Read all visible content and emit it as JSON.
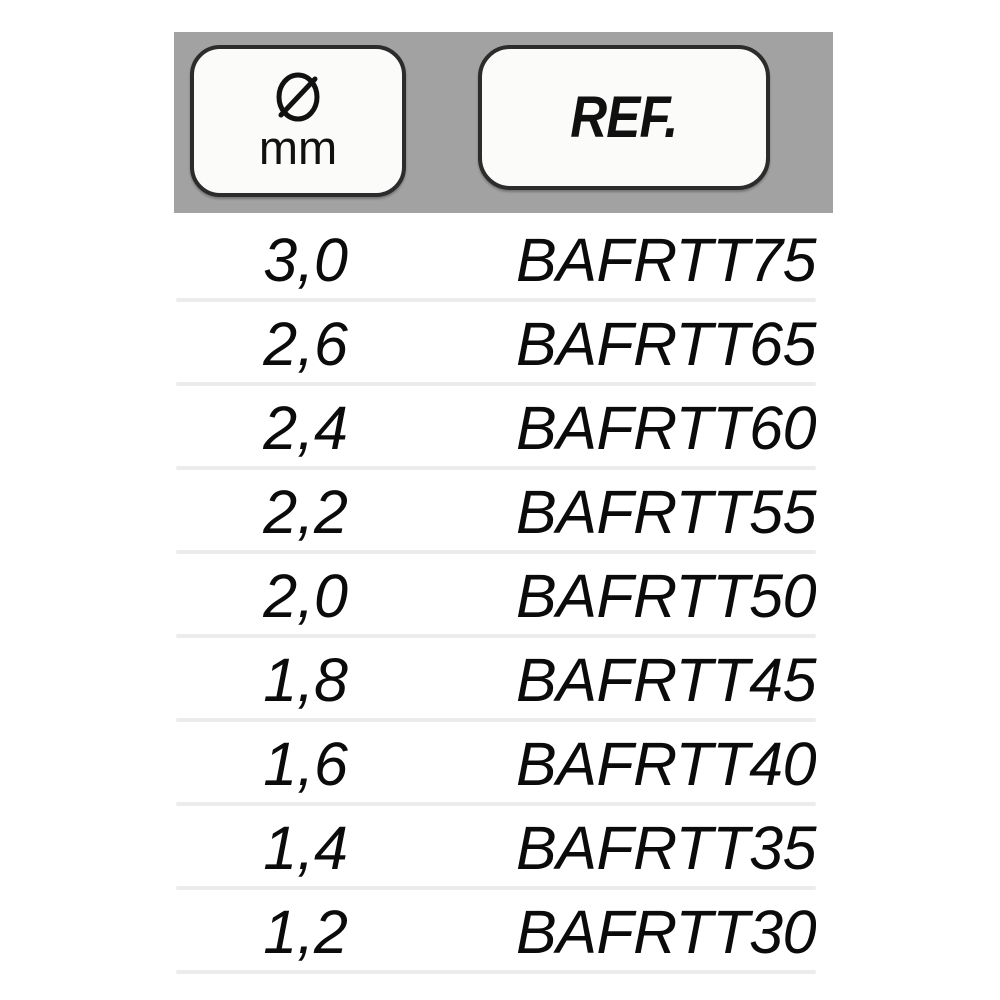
{
  "table": {
    "header": {
      "diameter": {
        "icon": "diameter-symbol",
        "symbol_text": "Ø",
        "unit": "mm"
      },
      "reference": {
        "label": "REF."
      }
    },
    "columns": [
      "Ø mm",
      "REF."
    ],
    "rows": [
      {
        "diameter": "3,0",
        "ref": "BAFRTT75"
      },
      {
        "diameter": "2,6",
        "ref": "BAFRTT65"
      },
      {
        "diameter": "2,4",
        "ref": "BAFRTT60"
      },
      {
        "diameter": "2,2",
        "ref": "BAFRTT55"
      },
      {
        "diameter": "2,0",
        "ref": "BAFRTT50"
      },
      {
        "diameter": "1,8",
        "ref": "BAFRTT45"
      },
      {
        "diameter": "1,6",
        "ref": "BAFRTT40"
      },
      {
        "diameter": "1,4",
        "ref": "BAFRTT35"
      },
      {
        "diameter": "1,2",
        "ref": "BAFRTT30"
      }
    ]
  },
  "colors": {
    "header_band": "#a2a2a2",
    "header_cell_bg": "#fbfbfa",
    "header_cell_border": "#2c2c2c",
    "row_separator": "#ececec",
    "text": "#0b0b0b",
    "page_background": "#ffffff"
  }
}
